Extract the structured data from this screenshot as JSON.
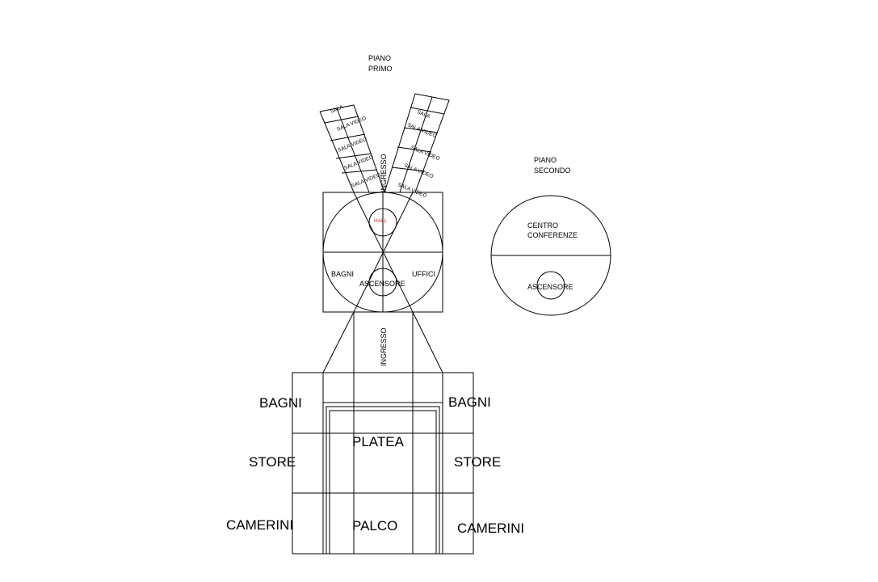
{
  "labels": {
    "piano_primo": [
      "PIANO",
      "PRIMO"
    ],
    "piano_secondo": [
      "PIANO",
      "SECONDO"
    ],
    "ingresso_top": "INGRESSO",
    "ingresso_bottom": "INGRESSO",
    "hall": "HALL",
    "bagni_small": "BAGNI",
    "uffici": "UFFICI",
    "ascensore_first": "ASCENSORE",
    "centro_conferenze": [
      "CENTRO",
      "CONFERENZE"
    ],
    "ascensore_second": "ASCENSORE",
    "bagni_left": "BAGNI",
    "bagni_right": "BAGNI",
    "store_left": "STORE",
    "store_right": "STORE",
    "camerini_left": "CAMERINI",
    "camerini_right": "CAMERINI",
    "platea": "PLATEA",
    "palco": "PALCO"
  },
  "wing_rooms": {
    "left": [
      "SALA",
      "SALA VIDEO",
      "SALA VIDEO",
      "SALA VIDEO",
      "SALA VIDEO"
    ],
    "right": [
      "SALA",
      "SALA VIDEO",
      "SALA VIDEO",
      "SALA VIDEO",
      "SALA VIDEO"
    ]
  },
  "colors": {
    "lines": "#000000",
    "hall_label": "#c8281e",
    "background": "#ffffff"
  }
}
